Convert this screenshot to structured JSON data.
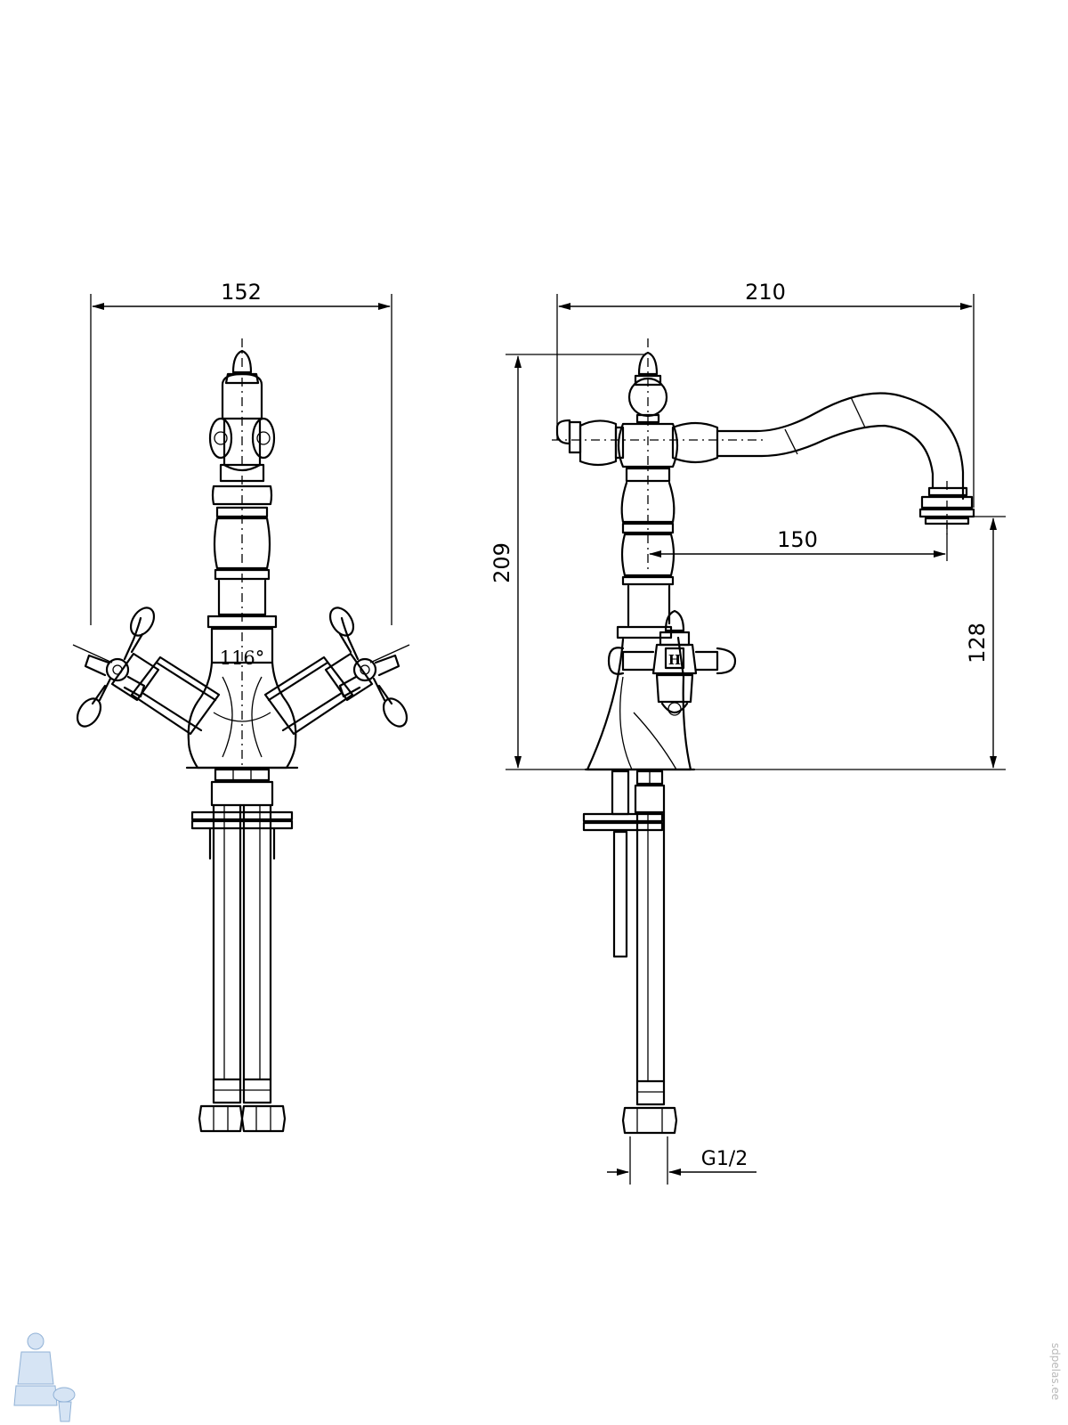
{
  "dimensions": {
    "front_width": "152",
    "side_depth": "210",
    "spout_reach": "150",
    "total_height": "209",
    "spout_height": "128",
    "handle_angle": "116°",
    "thread": "G1/2"
  },
  "handle_marks": {
    "hot": "H"
  },
  "watermark": {
    "text": "sdpelas.ee",
    "icon": "plumber-mascot-icon"
  },
  "colors": {
    "line": "#000000",
    "watermark_icon": "#cfe0f3"
  }
}
